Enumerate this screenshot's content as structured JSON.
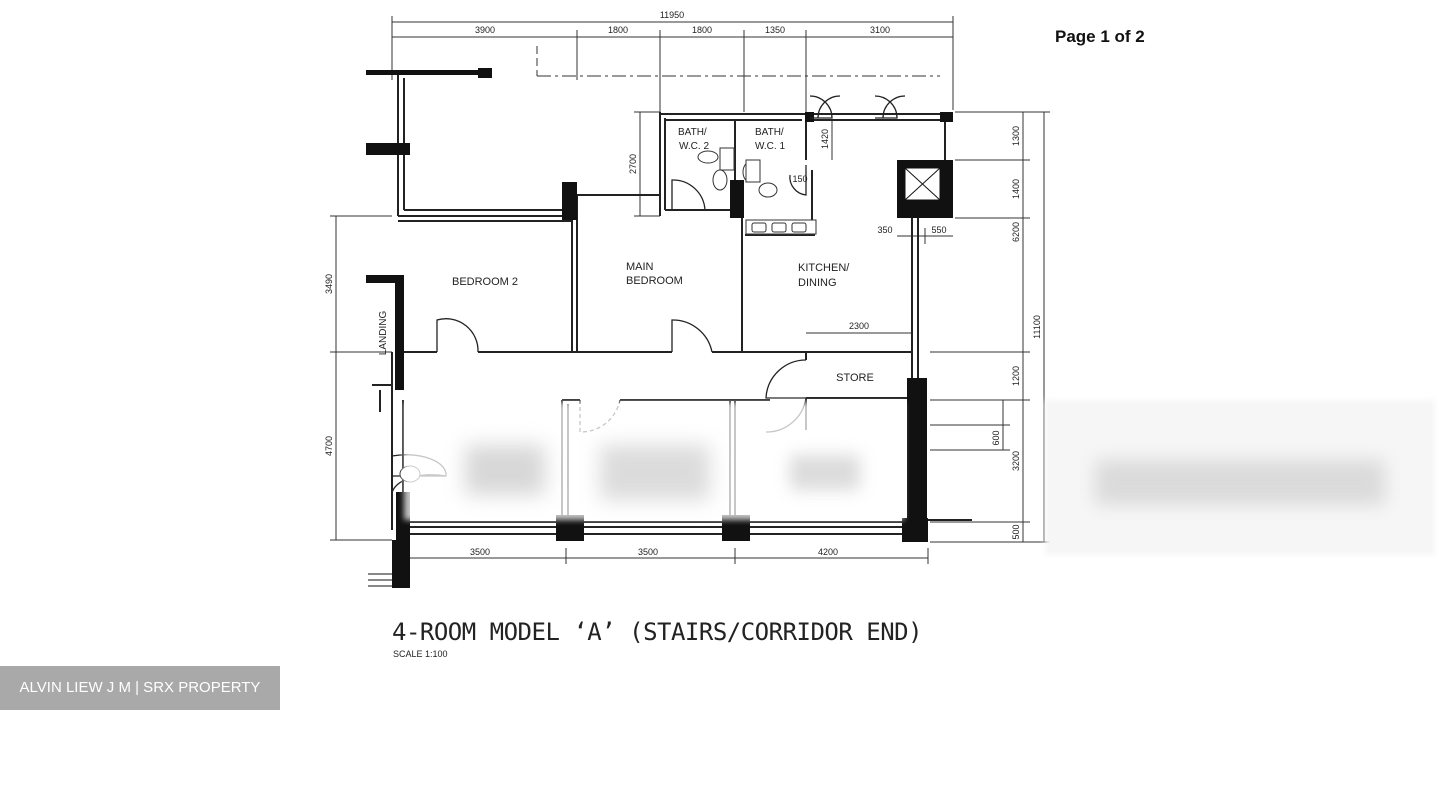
{
  "page": {
    "label": "Page 1 of 2"
  },
  "plan": {
    "title": "4-ROOM MODEL ‘A’ (STAIRS/CORRIDOR END)",
    "scale": "SCALE 1:100",
    "overall_width": "11950",
    "top_dims": [
      "3900",
      "1800",
      "1800",
      "1350",
      "3100"
    ],
    "right_outer_dim": "11100",
    "right_inner_dims": [
      "1300",
      "1400",
      "6200",
      "1200",
      "3200",
      "500"
    ],
    "right_small_dim": "600",
    "left_dims": [
      "3490",
      "4700"
    ],
    "bottom_dims": [
      "3500",
      "3500",
      "4200"
    ],
    "internal_dims": {
      "bath_height": "2700",
      "bath_door": "1420",
      "bath_small": "150",
      "shaft_left": "350",
      "shaft_right": "550",
      "store_width": "2300"
    },
    "rooms": {
      "bedroom2": "BEDROOM 2",
      "main_bedroom_1": "MAIN",
      "main_bedroom_2": "BEDROOM",
      "kitchen_1": "KITCHEN/",
      "kitchen_2": "DINING",
      "bath2_1": "BATH/",
      "bath2_2": "W.C. 2",
      "bath1_1": "BATH/",
      "bath1_2": "W.C. 1",
      "store": "STORE",
      "landing": "LANDING"
    }
  },
  "watermark": {
    "text": "ALVIN LIEW J M | SRX PROPERTY"
  }
}
